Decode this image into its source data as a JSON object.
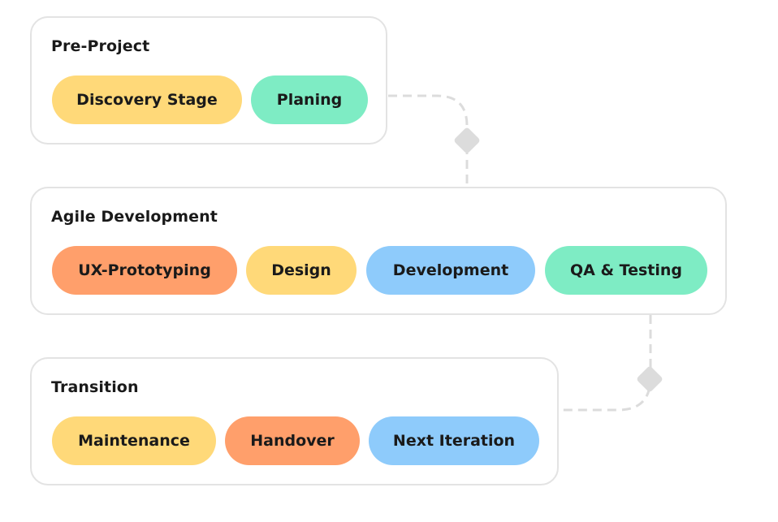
{
  "colors": {
    "yellow": "#ffd979",
    "green": "#7eecc4",
    "orange": "#ff9f6b",
    "blue": "#8ecbfb",
    "border": "#e3e3e3",
    "connector": "#dcdcdc"
  },
  "stages": [
    {
      "title": "Pre-Project",
      "items": [
        {
          "label": "Discovery Stage",
          "color": "#ffd979"
        },
        {
          "label": "Planing",
          "color": "#7eecc4"
        }
      ]
    },
    {
      "title": "Agile Development",
      "items": [
        {
          "label": "UX-Prototyping",
          "color": "#ff9f6b"
        },
        {
          "label": "Design",
          "color": "#ffd979"
        },
        {
          "label": "Development",
          "color": "#8ecbfb"
        },
        {
          "label": "QA & Testing",
          "color": "#7eecc4"
        }
      ]
    },
    {
      "title": "Transition",
      "items": [
        {
          "label": "Maintenance",
          "color": "#ffd979"
        },
        {
          "label": "Handover",
          "color": "#ff9f6b"
        },
        {
          "label": "Next Iteration",
          "color": "#8ecbfb"
        }
      ]
    }
  ]
}
